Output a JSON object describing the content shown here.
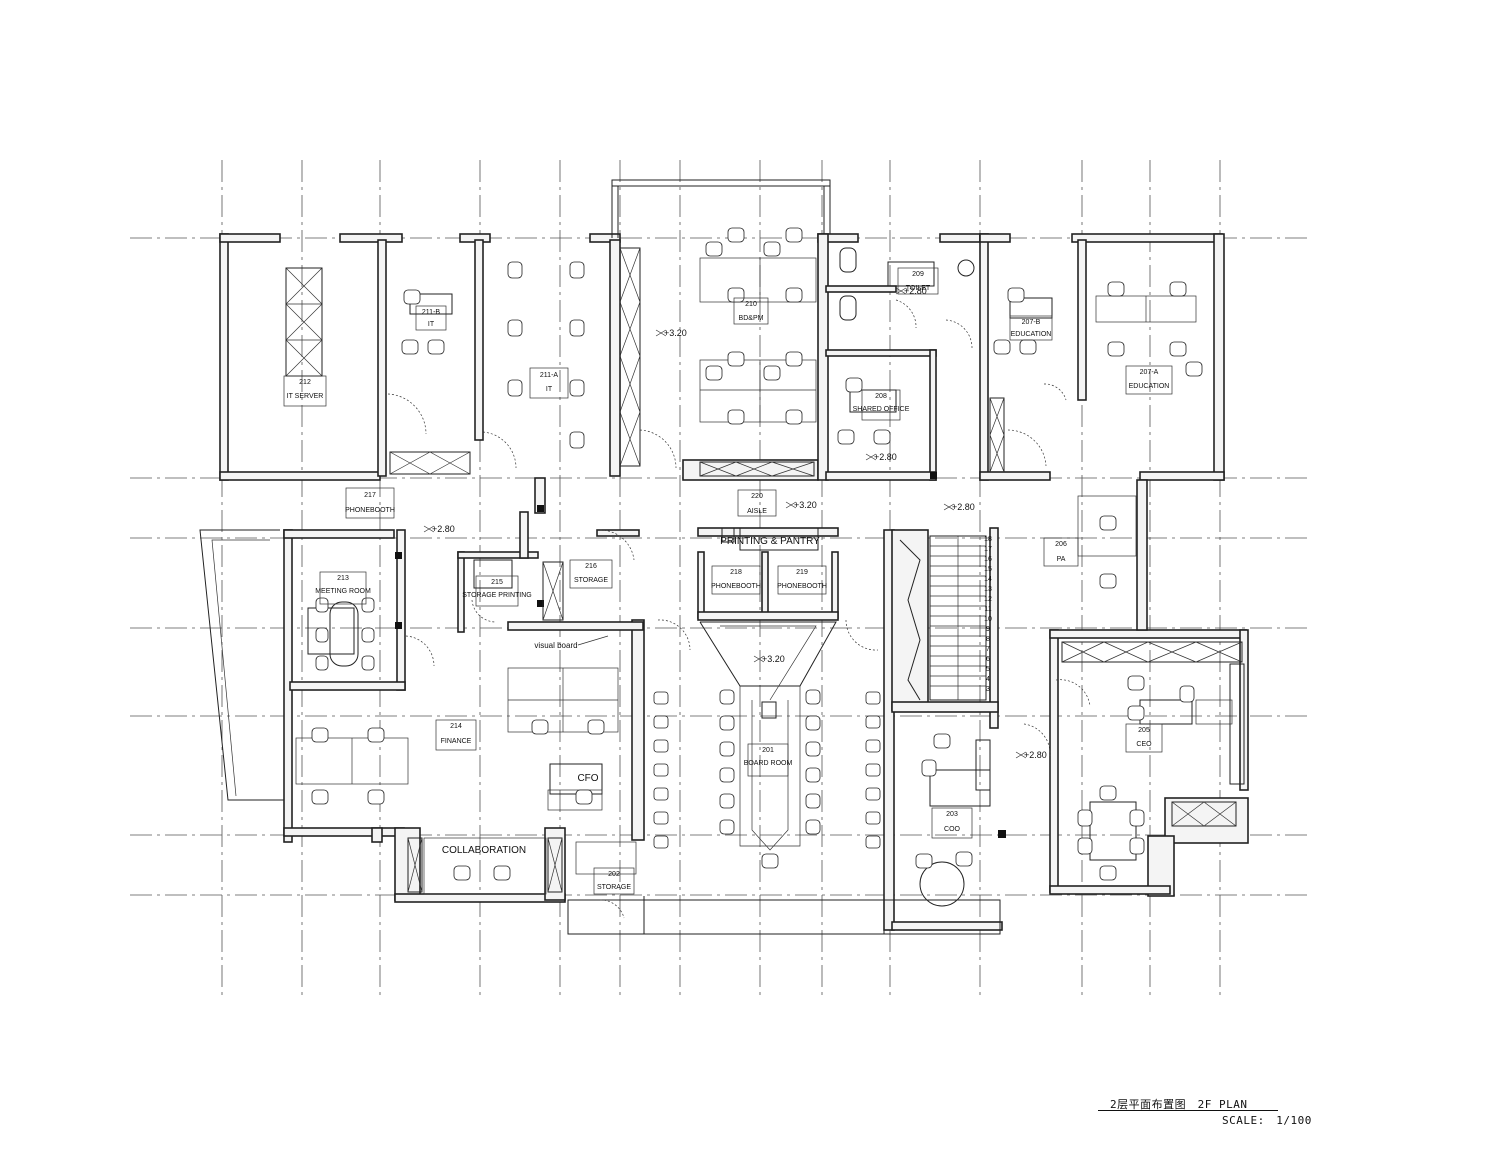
{
  "drawing": {
    "title": "2层平面布置图　2F PLAN",
    "scale": "SCALE:　1/100"
  },
  "rooms": [
    {
      "id": "r212",
      "num": "212",
      "name": "IT SERVER"
    },
    {
      "id": "r211b",
      "num": "211-B",
      "name": "IT"
    },
    {
      "id": "r211a",
      "num": "211-A",
      "name": "IT"
    },
    {
      "id": "r210",
      "num": "210",
      "name": "BD&PM"
    },
    {
      "id": "r209",
      "num": "209",
      "name": "TOILET"
    },
    {
      "id": "r208",
      "num": "208",
      "name": "SHARED OFFICE"
    },
    {
      "id": "r207b",
      "num": "207-B",
      "name": "EDUCATION"
    },
    {
      "id": "r207a",
      "num": "207-A",
      "name": "EDUCATION"
    },
    {
      "id": "r217",
      "num": "217",
      "name": "PHONEBOOTH"
    },
    {
      "id": "r220",
      "num": "220",
      "name": "AISLE"
    },
    {
      "id": "r213",
      "num": "213",
      "name": "MEETING ROOM"
    },
    {
      "id": "r215",
      "num": "215",
      "name": "STORAGE PRINTING"
    },
    {
      "id": "r216",
      "num": "216",
      "name": "STORAGE"
    },
    {
      "id": "r218",
      "num": "218",
      "name": "PHONEBOOTH"
    },
    {
      "id": "r219",
      "num": "219",
      "name": "PHONEBOOTH"
    },
    {
      "id": "r206",
      "num": "206",
      "name": "PA"
    },
    {
      "id": "r214",
      "num": "214",
      "name": "FINANCE"
    },
    {
      "id": "r201",
      "num": "201",
      "name": "BOARD ROOM"
    },
    {
      "id": "r203",
      "num": "203",
      "name": "COO"
    },
    {
      "id": "r205",
      "num": "205",
      "name": "CEO"
    },
    {
      "id": "r202",
      "num": "202",
      "name": "STORAGE"
    }
  ],
  "labels": {
    "printing_pantry": "PRINTING & PANTRY",
    "cfo": "CFO",
    "collaboration": "COLLABORATION",
    "visual_board": "visual board"
  },
  "levels": [
    "+3.20",
    "+2.80",
    "+3.20",
    "+2.80",
    "+2.80",
    "+2.80",
    "+3.20",
    "+2.80"
  ],
  "stair_steps": [
    "18",
    "17",
    "16",
    "15",
    "14",
    "13",
    "12",
    "11",
    "10",
    "9",
    "8",
    "7",
    "6",
    "5",
    "4",
    "3"
  ]
}
